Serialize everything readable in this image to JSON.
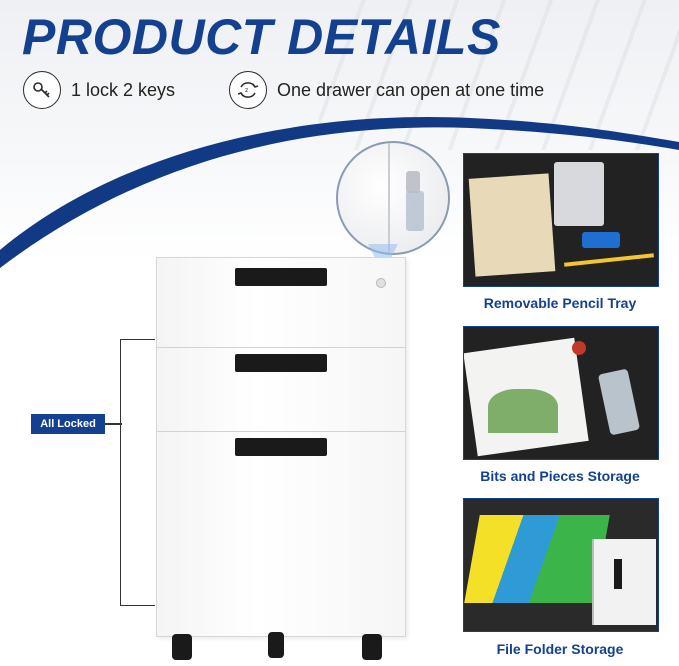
{
  "header": {
    "title": "PRODUCT DETAILS"
  },
  "features": [
    {
      "label": "1 lock 2 keys",
      "icon": "key-icon"
    },
    {
      "label": "One drawer can open at one time",
      "icon": "drawer-cycle-icon"
    }
  ],
  "cabinet": {
    "locked_label": "All Locked"
  },
  "panels": [
    {
      "caption": "Removable Pencil Tray"
    },
    {
      "caption": "Bits and Pieces Storage"
    },
    {
      "caption": "File Folder Storage"
    }
  ],
  "colors": {
    "brand_blue": "#14418f",
    "arc_blue": "#123a84",
    "handle_black": "#1a1a1a"
  }
}
